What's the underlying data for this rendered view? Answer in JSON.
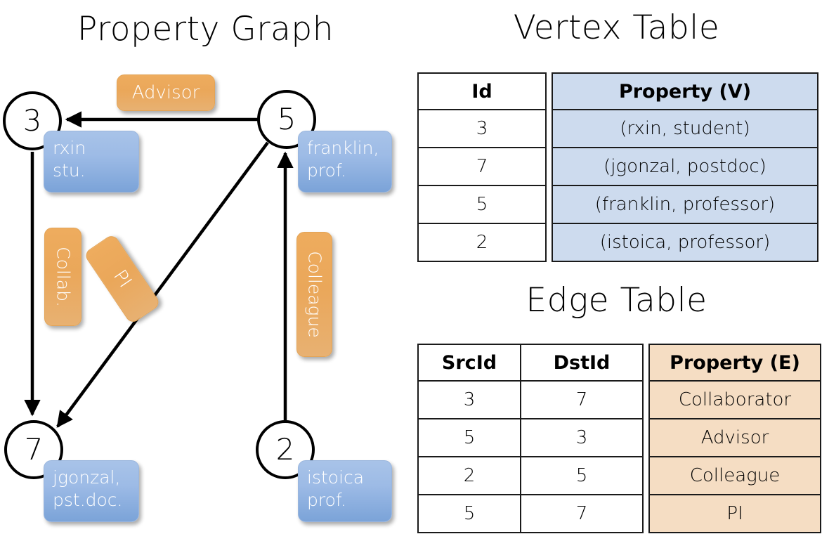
{
  "titles": {
    "property_graph": "Property Graph",
    "vertex_table": "Vertex Table",
    "edge_table": "Edge Table"
  },
  "colors": {
    "node_stroke": "#000000",
    "edge_stroke": "#000000",
    "blue_label": "#8fb4e3",
    "orange_label": "#eaa85c",
    "vertex_property_fill": "#cddbee",
    "edge_property_fill": "#f5ddc3",
    "table_border": "#1a1a1a",
    "background": "#ffffff"
  },
  "graph": {
    "nodes": [
      {
        "id": "3",
        "label_lines": "rxin\nstu."
      },
      {
        "id": "5",
        "label_lines": "franklin,\nprof."
      },
      {
        "id": "7",
        "label_lines": "jgonzal,\npst.doc."
      },
      {
        "id": "2",
        "label_lines": "istoica\nprof."
      }
    ],
    "edge_labels": [
      {
        "name": "advisor",
        "text": "Advisor",
        "orientation": "horizontal"
      },
      {
        "name": "collab",
        "text": "Collab.",
        "orientation": "vertical"
      },
      {
        "name": "pi",
        "text": "PI",
        "orientation": "rotated"
      },
      {
        "name": "colleague",
        "text": "Colleague",
        "orientation": "vertical"
      }
    ]
  },
  "vertex_table": {
    "headers": [
      "Id",
      "Property (V)"
    ],
    "rows": [
      {
        "id": "3",
        "property": "(rxin, student)"
      },
      {
        "id": "7",
        "property": "(jgonzal, postdoc)"
      },
      {
        "id": "5",
        "property": "(franklin, professor)"
      },
      {
        "id": "2",
        "property": "(istoica, professor)"
      }
    ]
  },
  "edge_table": {
    "headers": [
      "SrcId",
      "DstId",
      "Property (E)"
    ],
    "rows": [
      {
        "src": "3",
        "dst": "7",
        "property": "Collaborator"
      },
      {
        "src": "5",
        "dst": "3",
        "property": "Advisor"
      },
      {
        "src": "2",
        "dst": "5",
        "property": "Colleague"
      },
      {
        "src": "5",
        "dst": "7",
        "property": "PI"
      }
    ]
  }
}
